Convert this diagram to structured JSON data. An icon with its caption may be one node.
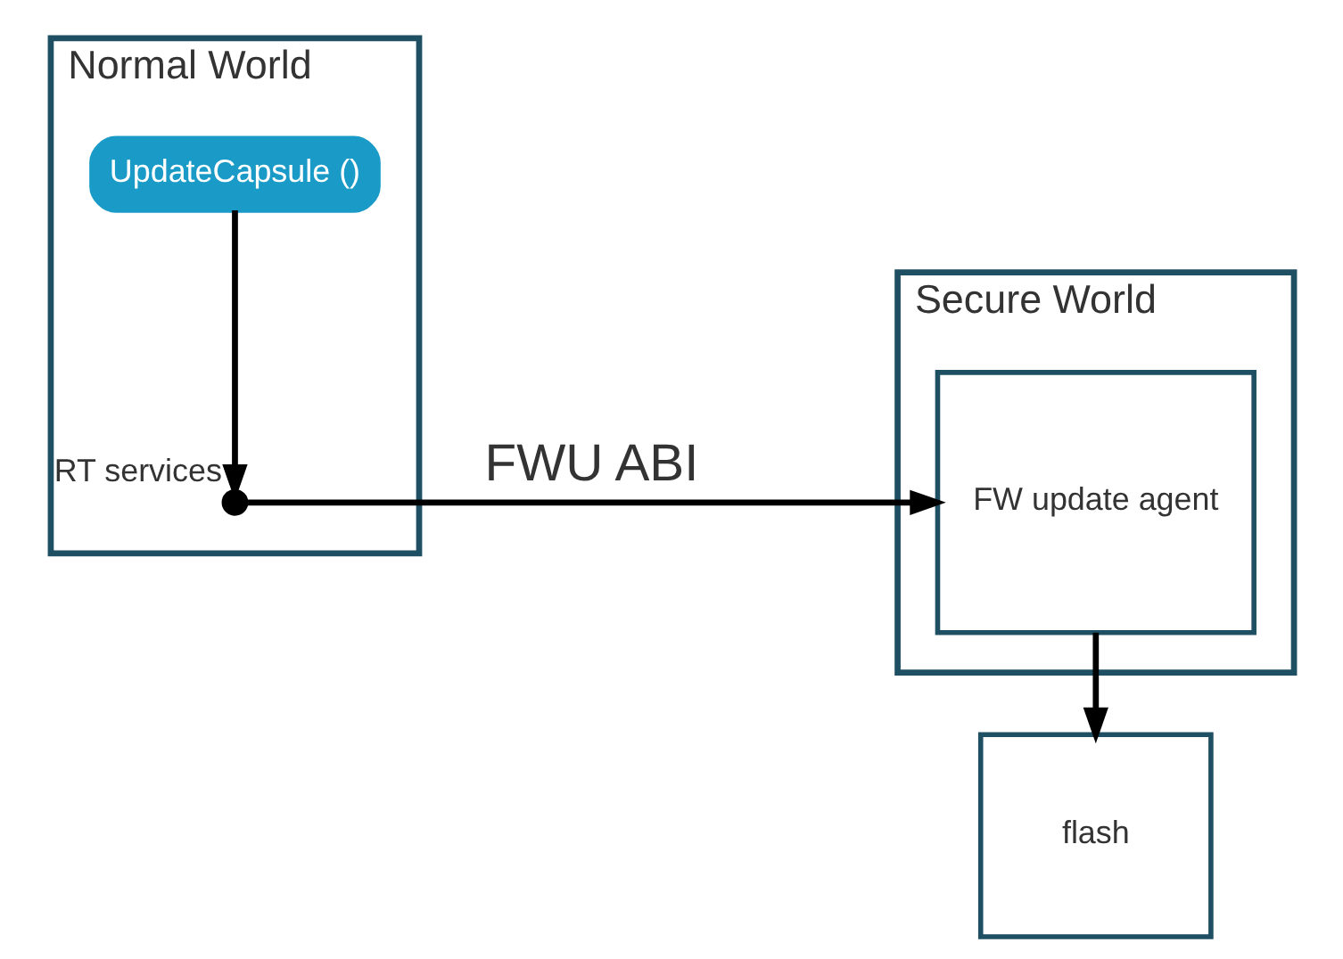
{
  "diagram": {
    "nodes": [
      {
        "text": [
          "Normal World"
        ]
      },
      {
        "text": [
          "UpdateCapsule ()"
        ],
        "in": 0
      },
      {
        "text": [],
        "shape": "circle",
        "in": 0,
        "beside": [
          "RT services"
        ]
      },
      {
        "text": [
          "Secure World"
        ]
      },
      {
        "text": [
          "FW update agent"
        ],
        "in": 3
      },
      {
        "text": [
          "flash"
        ]
      }
    ],
    "edges": [
      {
        "from": 1,
        "to": 2,
        "arrow": "to"
      },
      {
        "from": 2,
        "to": 4,
        "arrow": "to",
        "label": "FWU ABI"
      },
      {
        "from": 4,
        "to": 5,
        "arrow": "to"
      }
    ]
  }
}
